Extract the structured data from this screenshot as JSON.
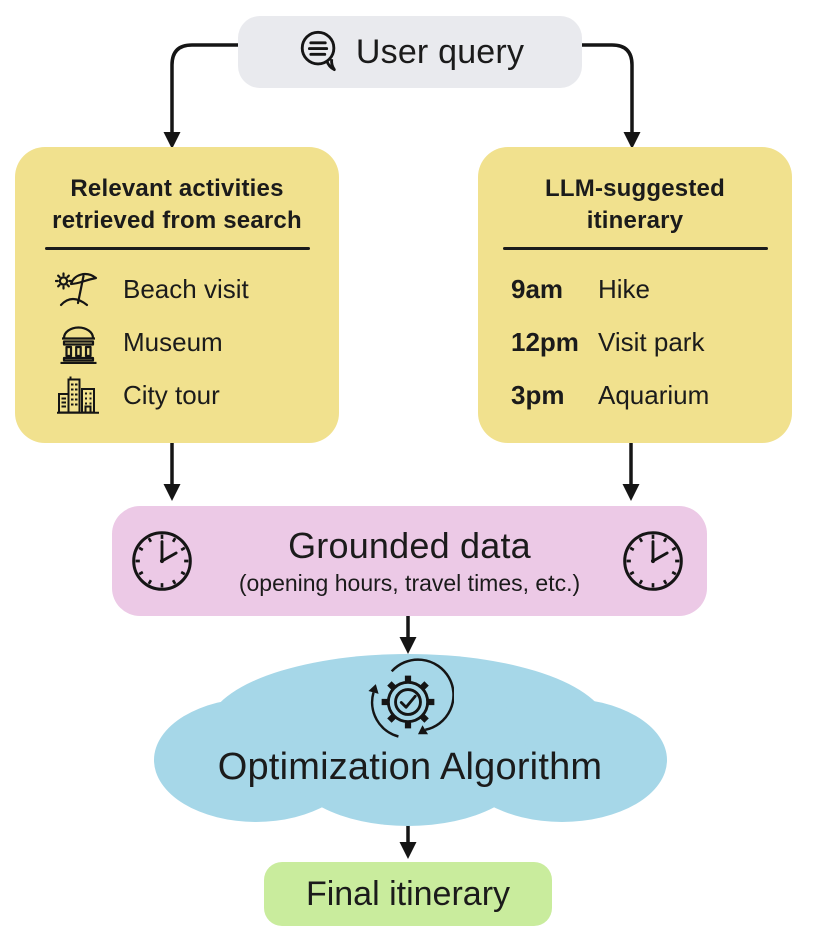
{
  "diagram": {
    "user_query": {
      "label": "User query",
      "icon": "chat-bubble-icon"
    },
    "search_panel": {
      "title": "Relevant activities retrieved from search",
      "items": [
        {
          "icon": "beach-icon",
          "label": "Beach visit"
        },
        {
          "icon": "museum-icon",
          "label": "Museum"
        },
        {
          "icon": "city-icon",
          "label": "City tour"
        }
      ]
    },
    "llm_panel": {
      "title": "LLM-suggested itinerary",
      "items": [
        {
          "time": "9am",
          "label": "Hike"
        },
        {
          "time": "12pm",
          "label": "Visit park"
        },
        {
          "time": "3pm",
          "label": "Aquarium"
        }
      ]
    },
    "grounded_panel": {
      "title": "Grounded data",
      "subtitle": "(opening hours, travel times, etc.)",
      "icon": "clock-icon"
    },
    "optimization": {
      "label": "Optimization Algorithm",
      "icon": "gear-sync-icon"
    },
    "final": {
      "label": "Final itinerary"
    },
    "colors": {
      "user_query_bg": "#e9eaee",
      "activity_panel_bg": "#f1e18e",
      "grounded_bg": "#ecc9e6",
      "cloud_bg": "#a6d7e8",
      "final_bg": "#c9ec9d",
      "ink": "#1b1b1b"
    }
  }
}
